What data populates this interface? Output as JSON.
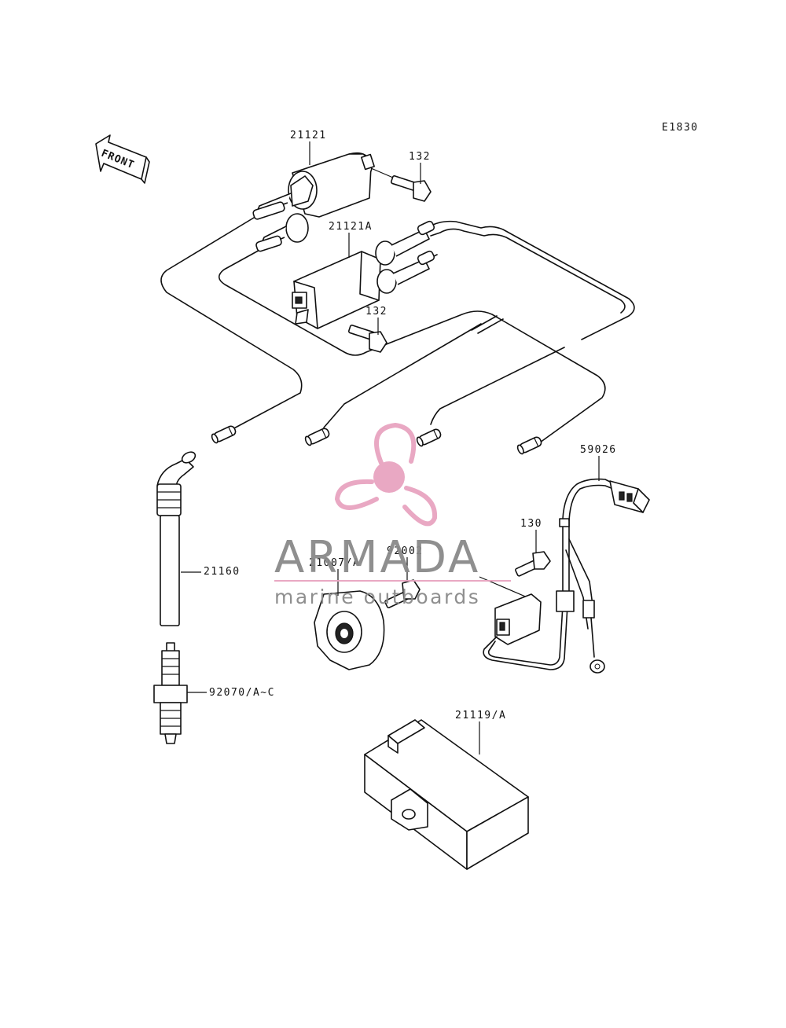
{
  "diagram": {
    "code": "E1830",
    "front_label": "FRONT",
    "parts": {
      "coil_front": "21121",
      "bolt_coil_front": "132",
      "coil_rear": "21121A",
      "bolt_coil_rear": "132",
      "wiring_harness": "59026",
      "bolt_pickup": "130",
      "screw_stator": "92002",
      "stator_plate": "21007/A",
      "plug_cap": "21160",
      "spark_plug": "92070/A~C",
      "igniter": "21119/A"
    }
  },
  "watermark": {
    "brand": "ARMADA",
    "tagline": "marine outboards",
    "colors": {
      "propeller": "#e8a4c0",
      "text": "#8a8a8a",
      "rule": "#e8a4c0"
    }
  }
}
